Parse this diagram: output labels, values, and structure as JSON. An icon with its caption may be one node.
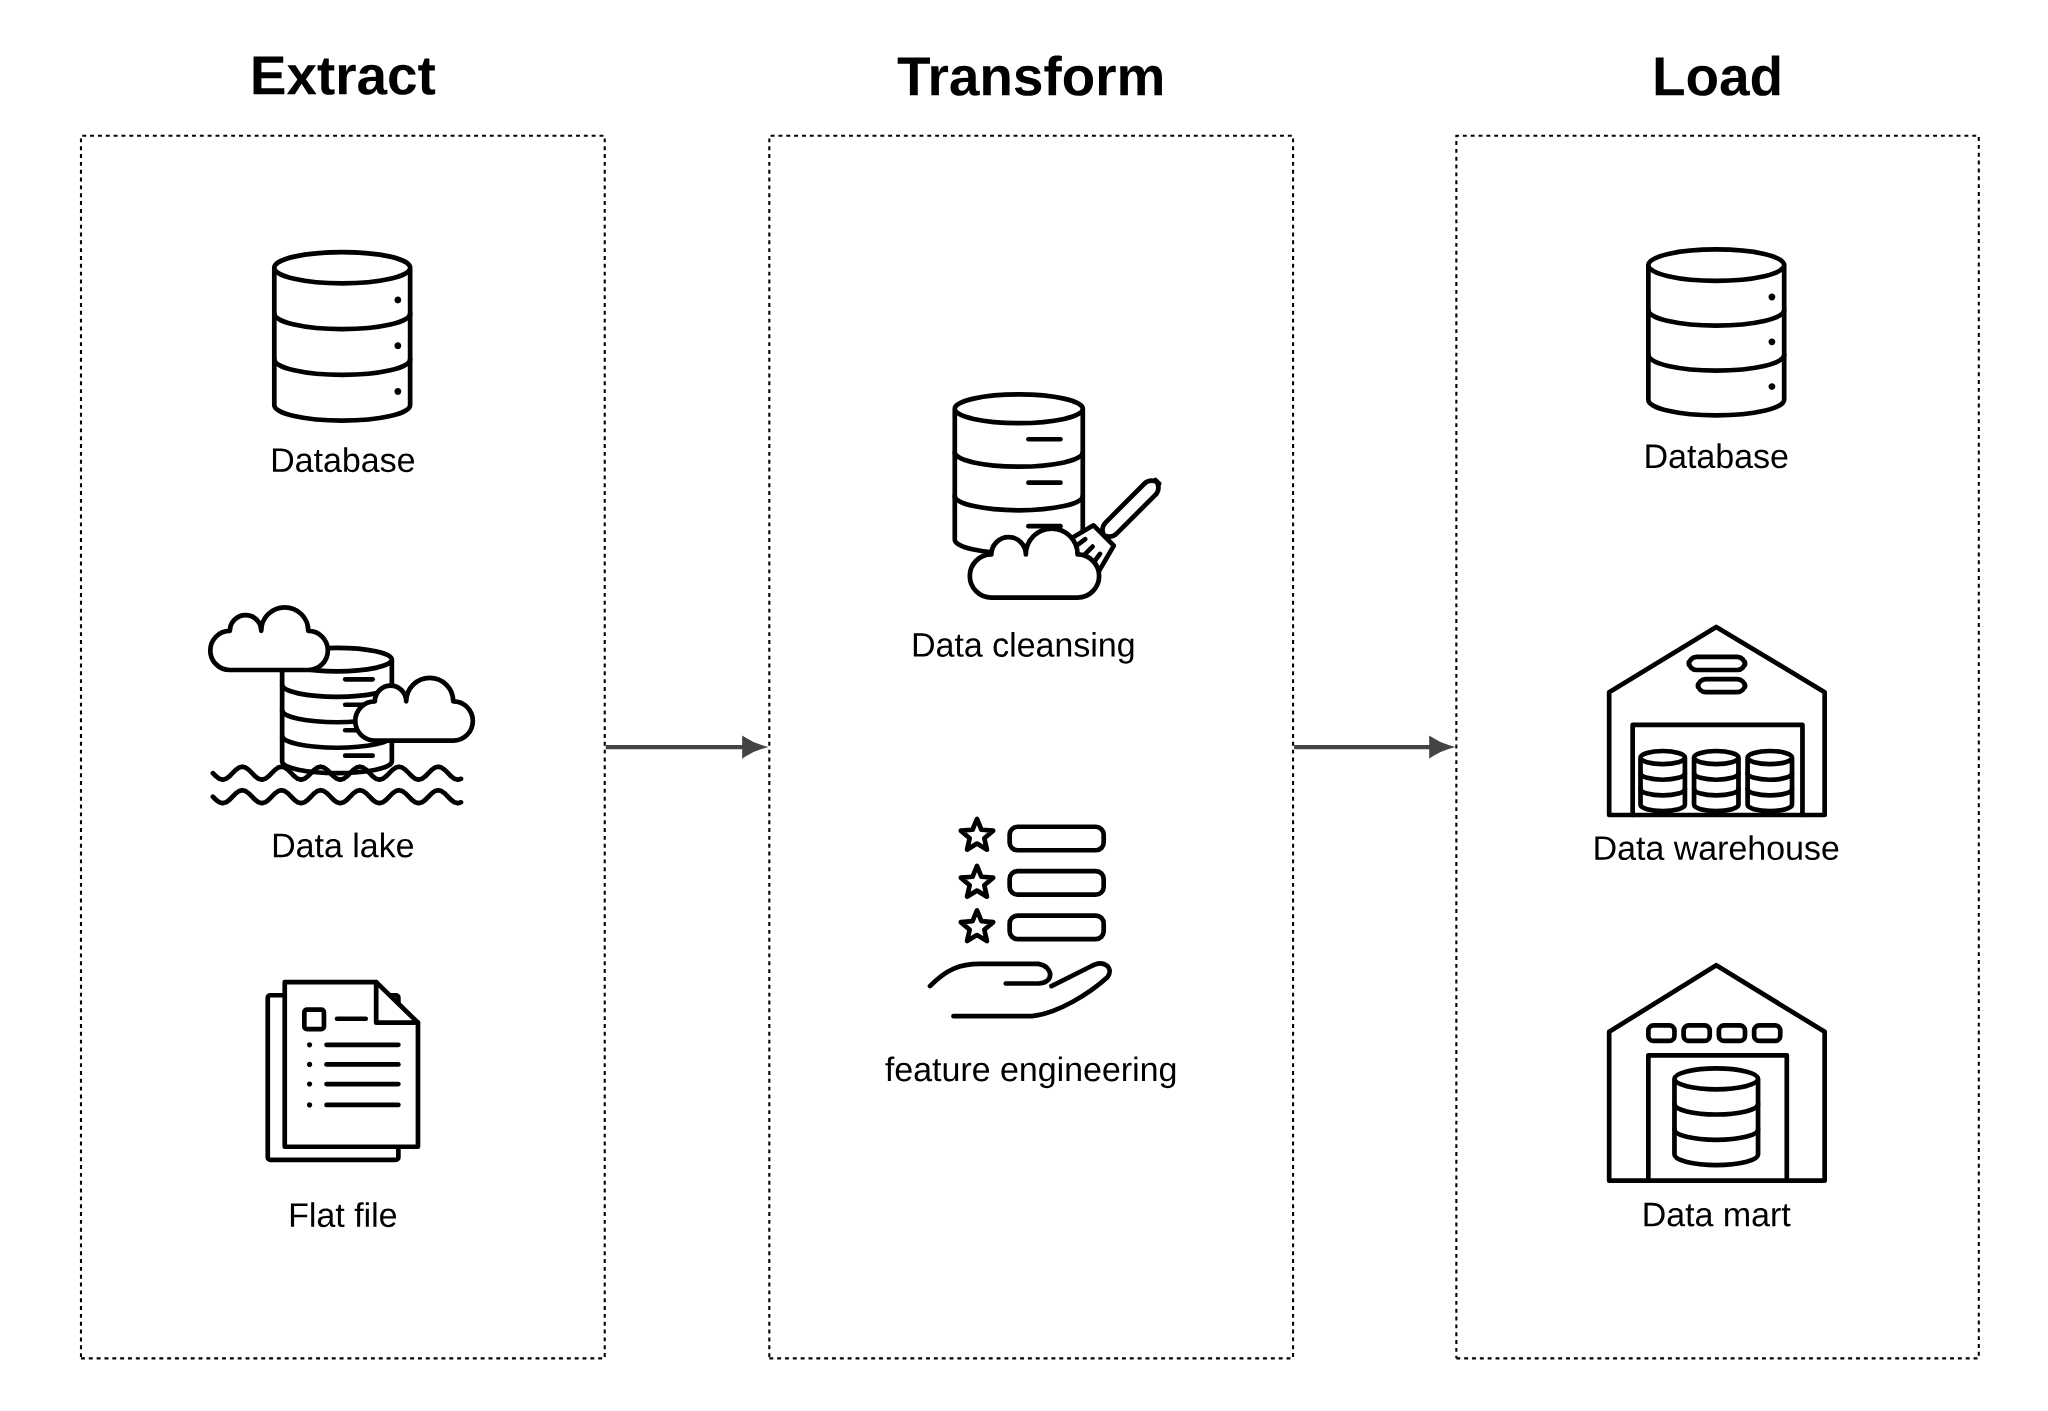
{
  "diagram": {
    "nodes": [
      {
        "text": [
          "Extract"
        ]
      },
      {
        "text": [
          "Database"
        ],
        "in": 0
      },
      {
        "text": [
          "Data lake"
        ],
        "in": 0
      },
      {
        "text": [
          "Flat file"
        ],
        "in": 0
      },
      {
        "text": [
          "Transform"
        ]
      },
      {
        "text": [
          "Data cleansing"
        ],
        "in": 4
      },
      {
        "text": [
          "feature engineering"
        ],
        "in": 4
      },
      {
        "text": [
          "Load"
        ]
      },
      {
        "text": [
          "Database"
        ],
        "in": 7
      },
      {
        "text": [
          "Data warehouse"
        ],
        "in": 7
      },
      {
        "text": [
          "Data mart"
        ],
        "in": 7
      }
    ],
    "edges": [
      {
        "from": 0,
        "to": 4,
        "arrow": "to"
      },
      {
        "from": 4,
        "to": 7,
        "arrow": "to"
      }
    ]
  }
}
